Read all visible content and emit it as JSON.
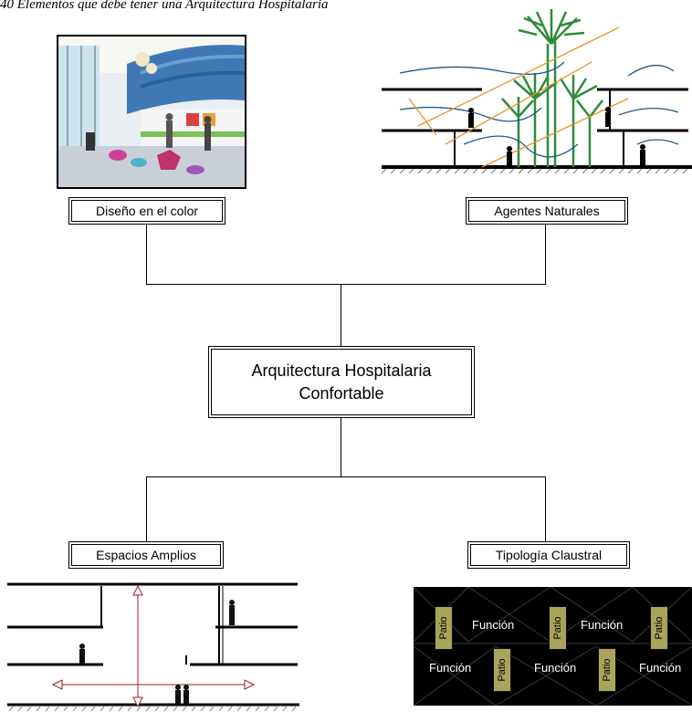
{
  "caption": "40 Elementos que debe tener una Arquitectura Hospitalaria",
  "nodes": {
    "color": "Diseño en el color",
    "agentes": "Agentes Naturales",
    "central": "Arquitectura Hospitalaria\nConfortable",
    "espacios": "Espacios Amplios",
    "claustral": "Tipología Claustral"
  },
  "claustral_diagram": {
    "patio": "Patio",
    "funcion": "Función",
    "row1": [
      "Patio",
      "Función",
      "Patio",
      "Función",
      "Patio"
    ],
    "row2": [
      "Función",
      "Patio",
      "Función",
      "Patio",
      "Función"
    ]
  },
  "colors": {
    "patio_fill": "#a8a45a",
    "background_dark": "#000000",
    "tree_green": "#2e8b3a",
    "wind_blue": "#1a5a8a",
    "sun_orange": "#e8932a",
    "dimension_red": "#9b1c1c"
  }
}
